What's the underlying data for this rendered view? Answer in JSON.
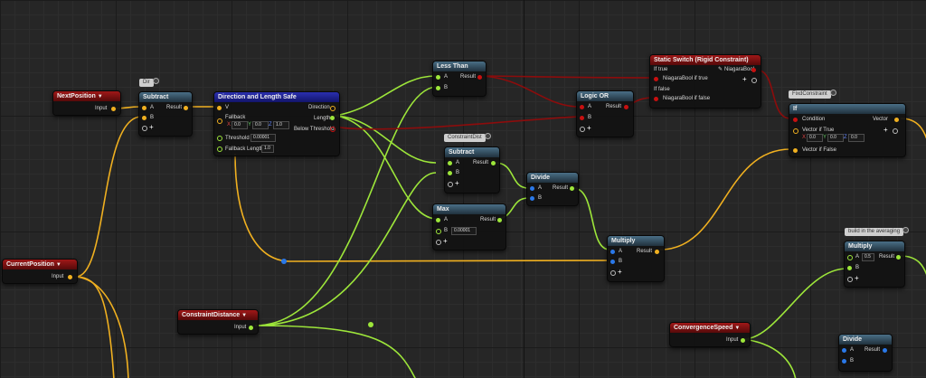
{
  "colors": {
    "float": "#9de63a",
    "vector": "#f0b020",
    "int": "#2a78e8",
    "bool": "#c81010"
  },
  "comments": {
    "dir": "Dir",
    "constraint_dist": "ConstraintDist",
    "fixed_constraint": "FixdConstraint",
    "averaging": "build in the averaging"
  },
  "nodes": {
    "next_position": {
      "title": "NextPosition",
      "dropdown": "▼",
      "out": "Input"
    },
    "current_position": {
      "title": "CurrentPosition",
      "dropdown": "▼",
      "out": "Input"
    },
    "constraint_distance": {
      "title": "ConstraintDistance",
      "dropdown": "▼",
      "out": "Input"
    },
    "convergence_speed": {
      "title": "ConvergenceSpeed",
      "dropdown": "▼",
      "out": "Input"
    },
    "subtract1": {
      "title": "Subtract",
      "in_a": "A",
      "in_b": "B",
      "out": "Result"
    },
    "dir_len": {
      "title": "Direction and Length Safe",
      "in_v": "V",
      "fallback": "Fallback",
      "fx": "X",
      "fy": "Y",
      "fz": "Z",
      "fx_val": "0.0",
      "fy_val": "0.0",
      "fz_val": "1.0",
      "threshold": "Threshold",
      "threshold_val": "0.00001",
      "fallback_length": "Fallback Length",
      "fallback_length_val": "1.0",
      "out_dir": "Direction",
      "out_len": "Length",
      "out_below": "Below Threshold"
    },
    "less_than": {
      "title": "Less Than",
      "in_a": "A",
      "in_b": "B",
      "out": "Result"
    },
    "subtract2": {
      "title": "Subtract",
      "in_a": "A",
      "in_b": "B",
      "out": "Result"
    },
    "max": {
      "title": "Max",
      "in_a": "A",
      "in_b": "B",
      "b_val": "0.00001",
      "out": "Result"
    },
    "divide1": {
      "title": "Divide",
      "in_a": "A",
      "in_b": "B",
      "out": "Result"
    },
    "logic_or": {
      "title": "Logic OR",
      "in_a": "A",
      "in_b": "B",
      "out": "Result"
    },
    "static_switch": {
      "title": "Static Switch (Rigid Constraint)",
      "if_true": "If true",
      "out": "NiagaraBool",
      "in_true": "NiagaraBool if true",
      "if_false": "If false",
      "in_false": "NiagaraBool if false"
    },
    "multiply1": {
      "title": "Multiply",
      "in_a": "A",
      "in_b": "B",
      "out": "Result"
    },
    "if_node": {
      "title": "If",
      "condition": "Condition",
      "out": "Vector",
      "vec_true": "Vector if True",
      "fx": "X",
      "fy": "Y",
      "fz": "Z",
      "fx_val": "0.0",
      "fy_val": "0.0",
      "fz_val": "0.0",
      "vec_false": "Vector if False"
    },
    "multiply2": {
      "title": "Multiply",
      "in_a": "A",
      "a_val": "0.5",
      "in_b": "B",
      "out": "Result"
    },
    "divide2": {
      "title": "Divide",
      "in_a": "A",
      "in_b": "B",
      "out": "Result"
    }
  }
}
